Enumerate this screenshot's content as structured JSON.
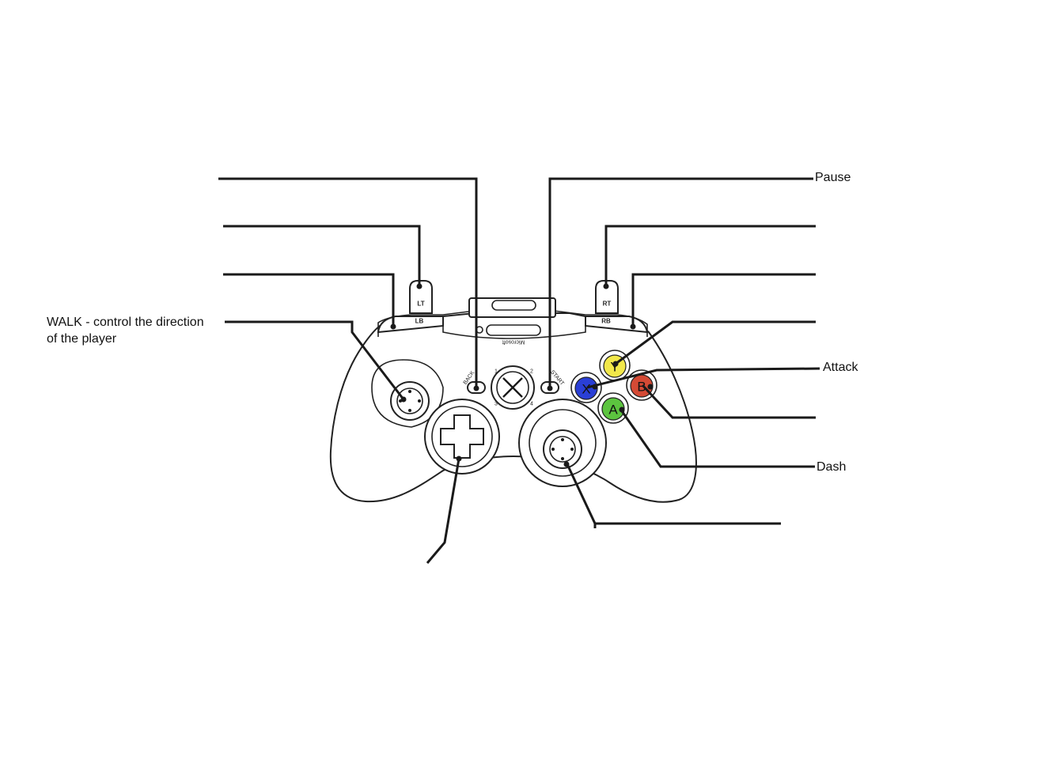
{
  "callouts": {
    "walk": "WALK - control the direction\nof the player",
    "pause": "Pause",
    "attack": "Attack",
    "dash": "Dash"
  },
  "controller": {
    "face_buttons": {
      "y": "Y",
      "x": "X",
      "b": "B",
      "a": "A"
    },
    "face_colors": {
      "y": "#f2e84a",
      "x": "#2a3fd6",
      "b": "#d44a35",
      "a": "#5cc43f"
    },
    "bumpers": {
      "left_trigger": "LT",
      "right_trigger": "RT",
      "left_bumper": "LB",
      "right_bumper": "RB"
    },
    "center": {
      "back": "BACK",
      "start": "START",
      "brand": "Microsoft"
    },
    "player_indicators": [
      "1",
      "2",
      "3",
      "4"
    ]
  }
}
